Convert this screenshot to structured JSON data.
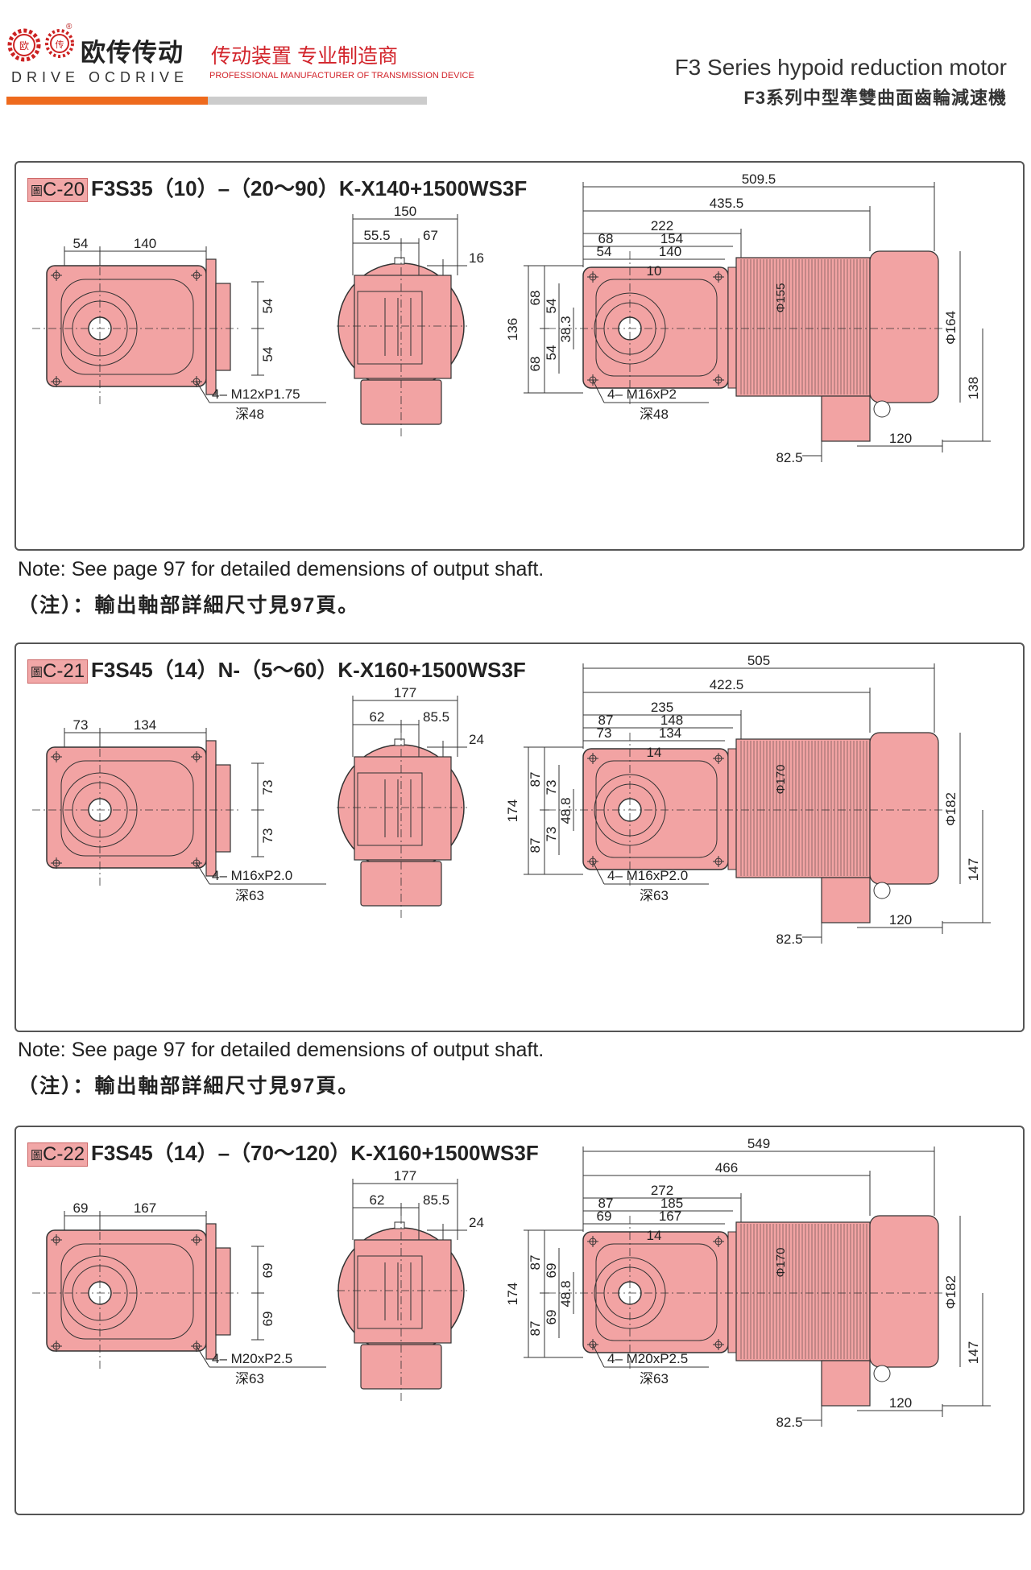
{
  "header": {
    "brand_cn": "欧传传动",
    "brand_en": "DRIVE OCDRIVE",
    "logo_chars": [
      "欧",
      "传"
    ],
    "registered": "®",
    "slogan_cn": "传动装置 专业制造商",
    "slogan_en": "PROFESSIONAL MANUFACTURER OF TRANSMISSION DEVICE",
    "title_en": "F3 Series hypoid reduction motor",
    "title_cn": "F3系列中型準雙曲面齒輪減速機",
    "accent_color": "#ee6a1d",
    "brand_red": "#d2232a"
  },
  "panels": [
    {
      "tag_char": "圖",
      "tag": "C-20",
      "model": "F3S35（10）–（20～90）K-X140+1500WS3F",
      "front": {
        "d_left": "54",
        "d_width": "140",
        "d_h1": "54",
        "d_h2": "54",
        "bolt": "4– M12xP1.75",
        "depth": "深48"
      },
      "side": {
        "d_total": "150",
        "d_a": "55.5",
        "d_b": "67",
        "d_c": "16"
      },
      "motor": {
        "d_overall": "509.5",
        "d_body": "435.5",
        "d_gear": "222",
        "d_a": "68",
        "d_b": "154",
        "d_c": "54",
        "d_d": "140",
        "d_e": "10",
        "v_total": "136",
        "v_68a": "68",
        "v_68b": "68",
        "v_54a": "54",
        "v_54b": "54",
        "v_383": "38.3",
        "phi_inner": "Φ155",
        "phi_outer": "Φ164",
        "v_138": "138",
        "b_825": "82.5",
        "b_120": "120",
        "bolt": "4– M16xP2",
        "depth": "深48"
      }
    },
    {
      "tag_char": "圖",
      "tag": "C-21",
      "model": "F3S45（14）N-（5～60）K-X160+1500WS3F",
      "front": {
        "d_left": "73",
        "d_width": "134",
        "d_h1": "73",
        "d_h2": "73",
        "bolt": "4– M16xP2.0",
        "depth": "深63"
      },
      "side": {
        "d_total": "177",
        "d_a": "62",
        "d_b": "85.5",
        "d_c": "24"
      },
      "motor": {
        "d_overall": "505",
        "d_body": "422.5",
        "d_gear": "235",
        "d_a": "87",
        "d_b": "148",
        "d_c": "73",
        "d_d": "134",
        "d_e": "14",
        "v_total": "174",
        "v_68a": "87",
        "v_68b": "87",
        "v_54a": "73",
        "v_54b": "73",
        "v_383": "48.8",
        "phi_inner": "Φ170",
        "phi_outer": "Φ182",
        "v_138": "147",
        "b_825": "82.5",
        "b_120": "120",
        "bolt": "4– M16xP2.0",
        "depth": "深63"
      }
    },
    {
      "tag_char": "圖",
      "tag": "C-22",
      "model": "F3S45（14）–（70～120）K-X160+1500WS3F",
      "front": {
        "d_left": "69",
        "d_width": "167",
        "d_h1": "69",
        "d_h2": "69",
        "bolt": "4– M20xP2.5",
        "depth": "深63"
      },
      "side": {
        "d_total": "177",
        "d_a": "62",
        "d_b": "85.5",
        "d_c": "24"
      },
      "motor": {
        "d_overall": "549",
        "d_body": "466",
        "d_gear": "272",
        "d_a": "87",
        "d_b": "185",
        "d_c": "69",
        "d_d": "167",
        "d_e": "14",
        "v_total": "174",
        "v_68a": "87",
        "v_68b": "87",
        "v_54a": "69",
        "v_54b": "69",
        "v_383": "48.8",
        "phi_inner": "Φ170",
        "phi_outer": "Φ182",
        "v_138": "147",
        "b_825": "82.5",
        "b_120": "120",
        "bolt": "4– M20xP2.5",
        "depth": "深63"
      }
    }
  ],
  "notes": {
    "en": "Note: See page 97 for detailed demensions of output shaft.",
    "cn": "（注）：輸出軸部詳細尺寸見97頁。"
  },
  "part_color": "#f2a3a3"
}
